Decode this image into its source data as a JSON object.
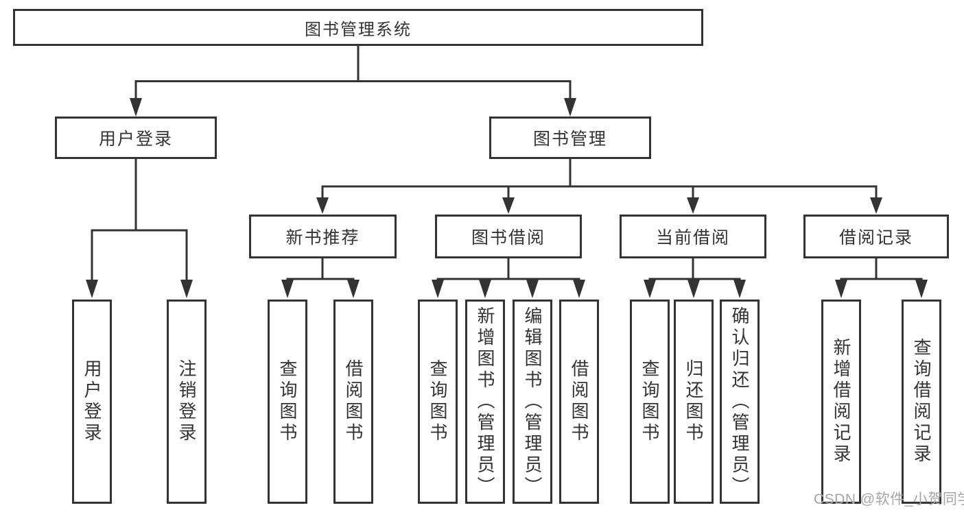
{
  "diagram": {
    "title": "图书管理系统",
    "level2": [
      {
        "label": "用户登录"
      },
      {
        "label": "图书管理"
      }
    ],
    "level3": [
      {
        "label": "新书推荐"
      },
      {
        "label": "图书借阅"
      },
      {
        "label": "当前借阅"
      },
      {
        "label": "借阅记录"
      }
    ],
    "leaves": [
      {
        "label": "用户登录"
      },
      {
        "label": "注销登录"
      },
      {
        "label": "查询图书"
      },
      {
        "label": "借阅图书"
      },
      {
        "label": "查询图书"
      },
      {
        "label": "新增图书（管理员）"
      },
      {
        "label": "编辑图书（管理员）"
      },
      {
        "label": "借阅图书"
      },
      {
        "label": "查询图书"
      },
      {
        "label": "归还图书"
      },
      {
        "label": "确认归还（管理员）"
      },
      {
        "label": "新增借阅记录"
      },
      {
        "label": "查询借阅记录"
      }
    ],
    "colors": {
      "line": "#333333",
      "text": "#333333",
      "background": "#ffffff",
      "watermark": "#a6a6a6"
    }
  },
  "watermark": {
    "text": "CSDN @软件_小贺同学"
  }
}
